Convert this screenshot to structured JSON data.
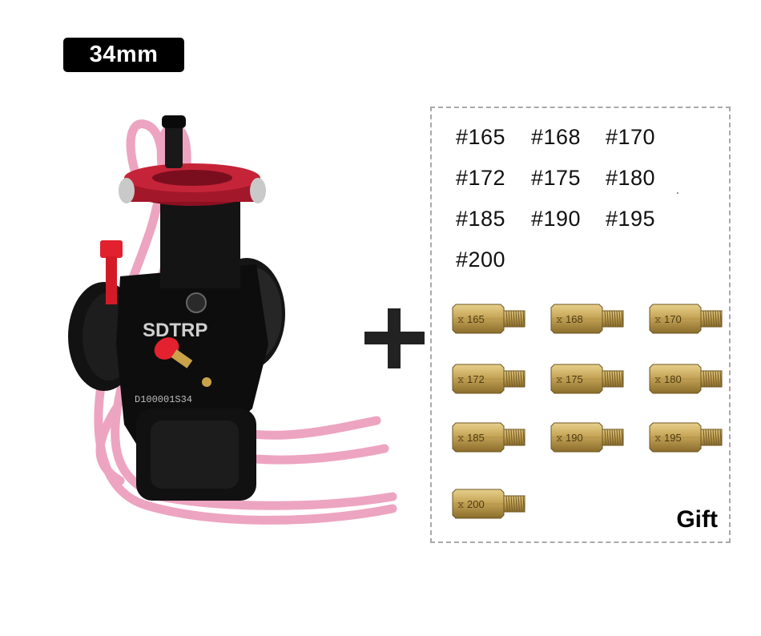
{
  "size_badge": "34mm",
  "carb": {
    "brand": "SDTRP",
    "serial": "D100001S34"
  },
  "gift": {
    "label": "Gift",
    "jet_numbers": [
      "#165",
      "#168",
      "#170",
      "#172",
      "#175",
      "#180",
      "#185",
      "#190",
      "#195",
      "#200"
    ],
    "jet_stamps": [
      "165",
      "168",
      "170",
      "172",
      "175",
      "180",
      "185",
      "190",
      "195",
      "200"
    ]
  },
  "colors": {
    "badge_bg": "#000000",
    "hose_pink": "#e98fb0",
    "anodized_red": "#a3172a",
    "brass": "#b89a4c"
  }
}
